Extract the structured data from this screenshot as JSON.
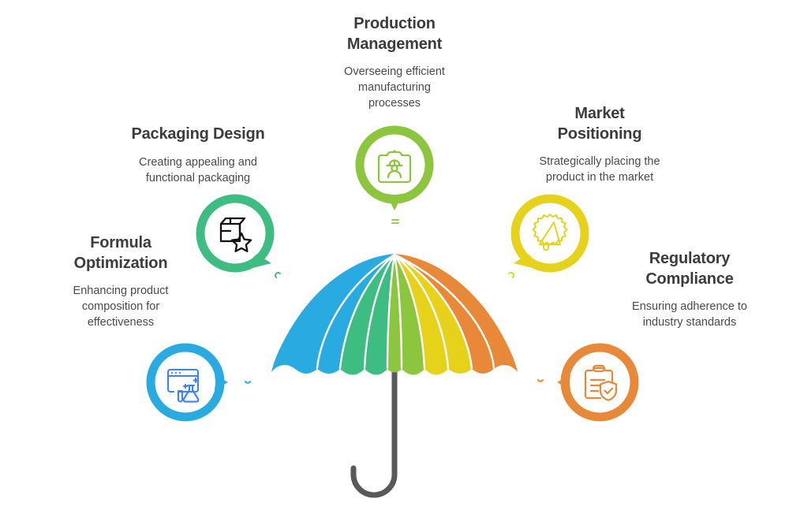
{
  "diagram": {
    "type": "umbrella-infographic",
    "title": "",
    "node_count": 5
  },
  "nodes": [
    {
      "id": "formula-optimization",
      "title": "Formula\nOptimization",
      "description": "Enhancing product\ncomposition for\neffectiveness",
      "color": "#29ABE2",
      "icon": "browser-flask-icon",
      "tail": "right",
      "position": "left"
    },
    {
      "id": "packaging-design",
      "title": "Packaging Design",
      "description": "Creating appealing and\nfunctional packaging",
      "color": "#3EBD83",
      "icon": "box-star-icon",
      "tail": "down-right",
      "position": "upper-left"
    },
    {
      "id": "production-management",
      "title": "Production\nManagement",
      "description": "Overseeing efficient\nmanufacturing\nprocesses",
      "color": "#8CC63E",
      "icon": "id-badge-worker-icon",
      "tail": "down",
      "position": "top-center"
    },
    {
      "id": "market-positioning",
      "title": "Market\nPositioning",
      "description": "Strategically placing the\nproduct in the market",
      "color": "#E6D21B",
      "icon": "megaphone-burst-icon",
      "tail": "down-left",
      "position": "upper-right"
    },
    {
      "id": "regulatory-compliance",
      "title": "Regulatory\nCompliance",
      "description": "Ensuring adherence to\nindustry standards",
      "color": "#E8893A",
      "icon": "clipboard-shield-check-icon",
      "tail": "left",
      "position": "right"
    }
  ],
  "umbrella": {
    "name": "rainbow-umbrella",
    "panel_colors": [
      "#29ABE2",
      "#3EBD83",
      "#8CC63E",
      "#E6D21B",
      "#E8893A"
    ],
    "rib_color": "#ffffff",
    "handle_color": "#595959"
  }
}
